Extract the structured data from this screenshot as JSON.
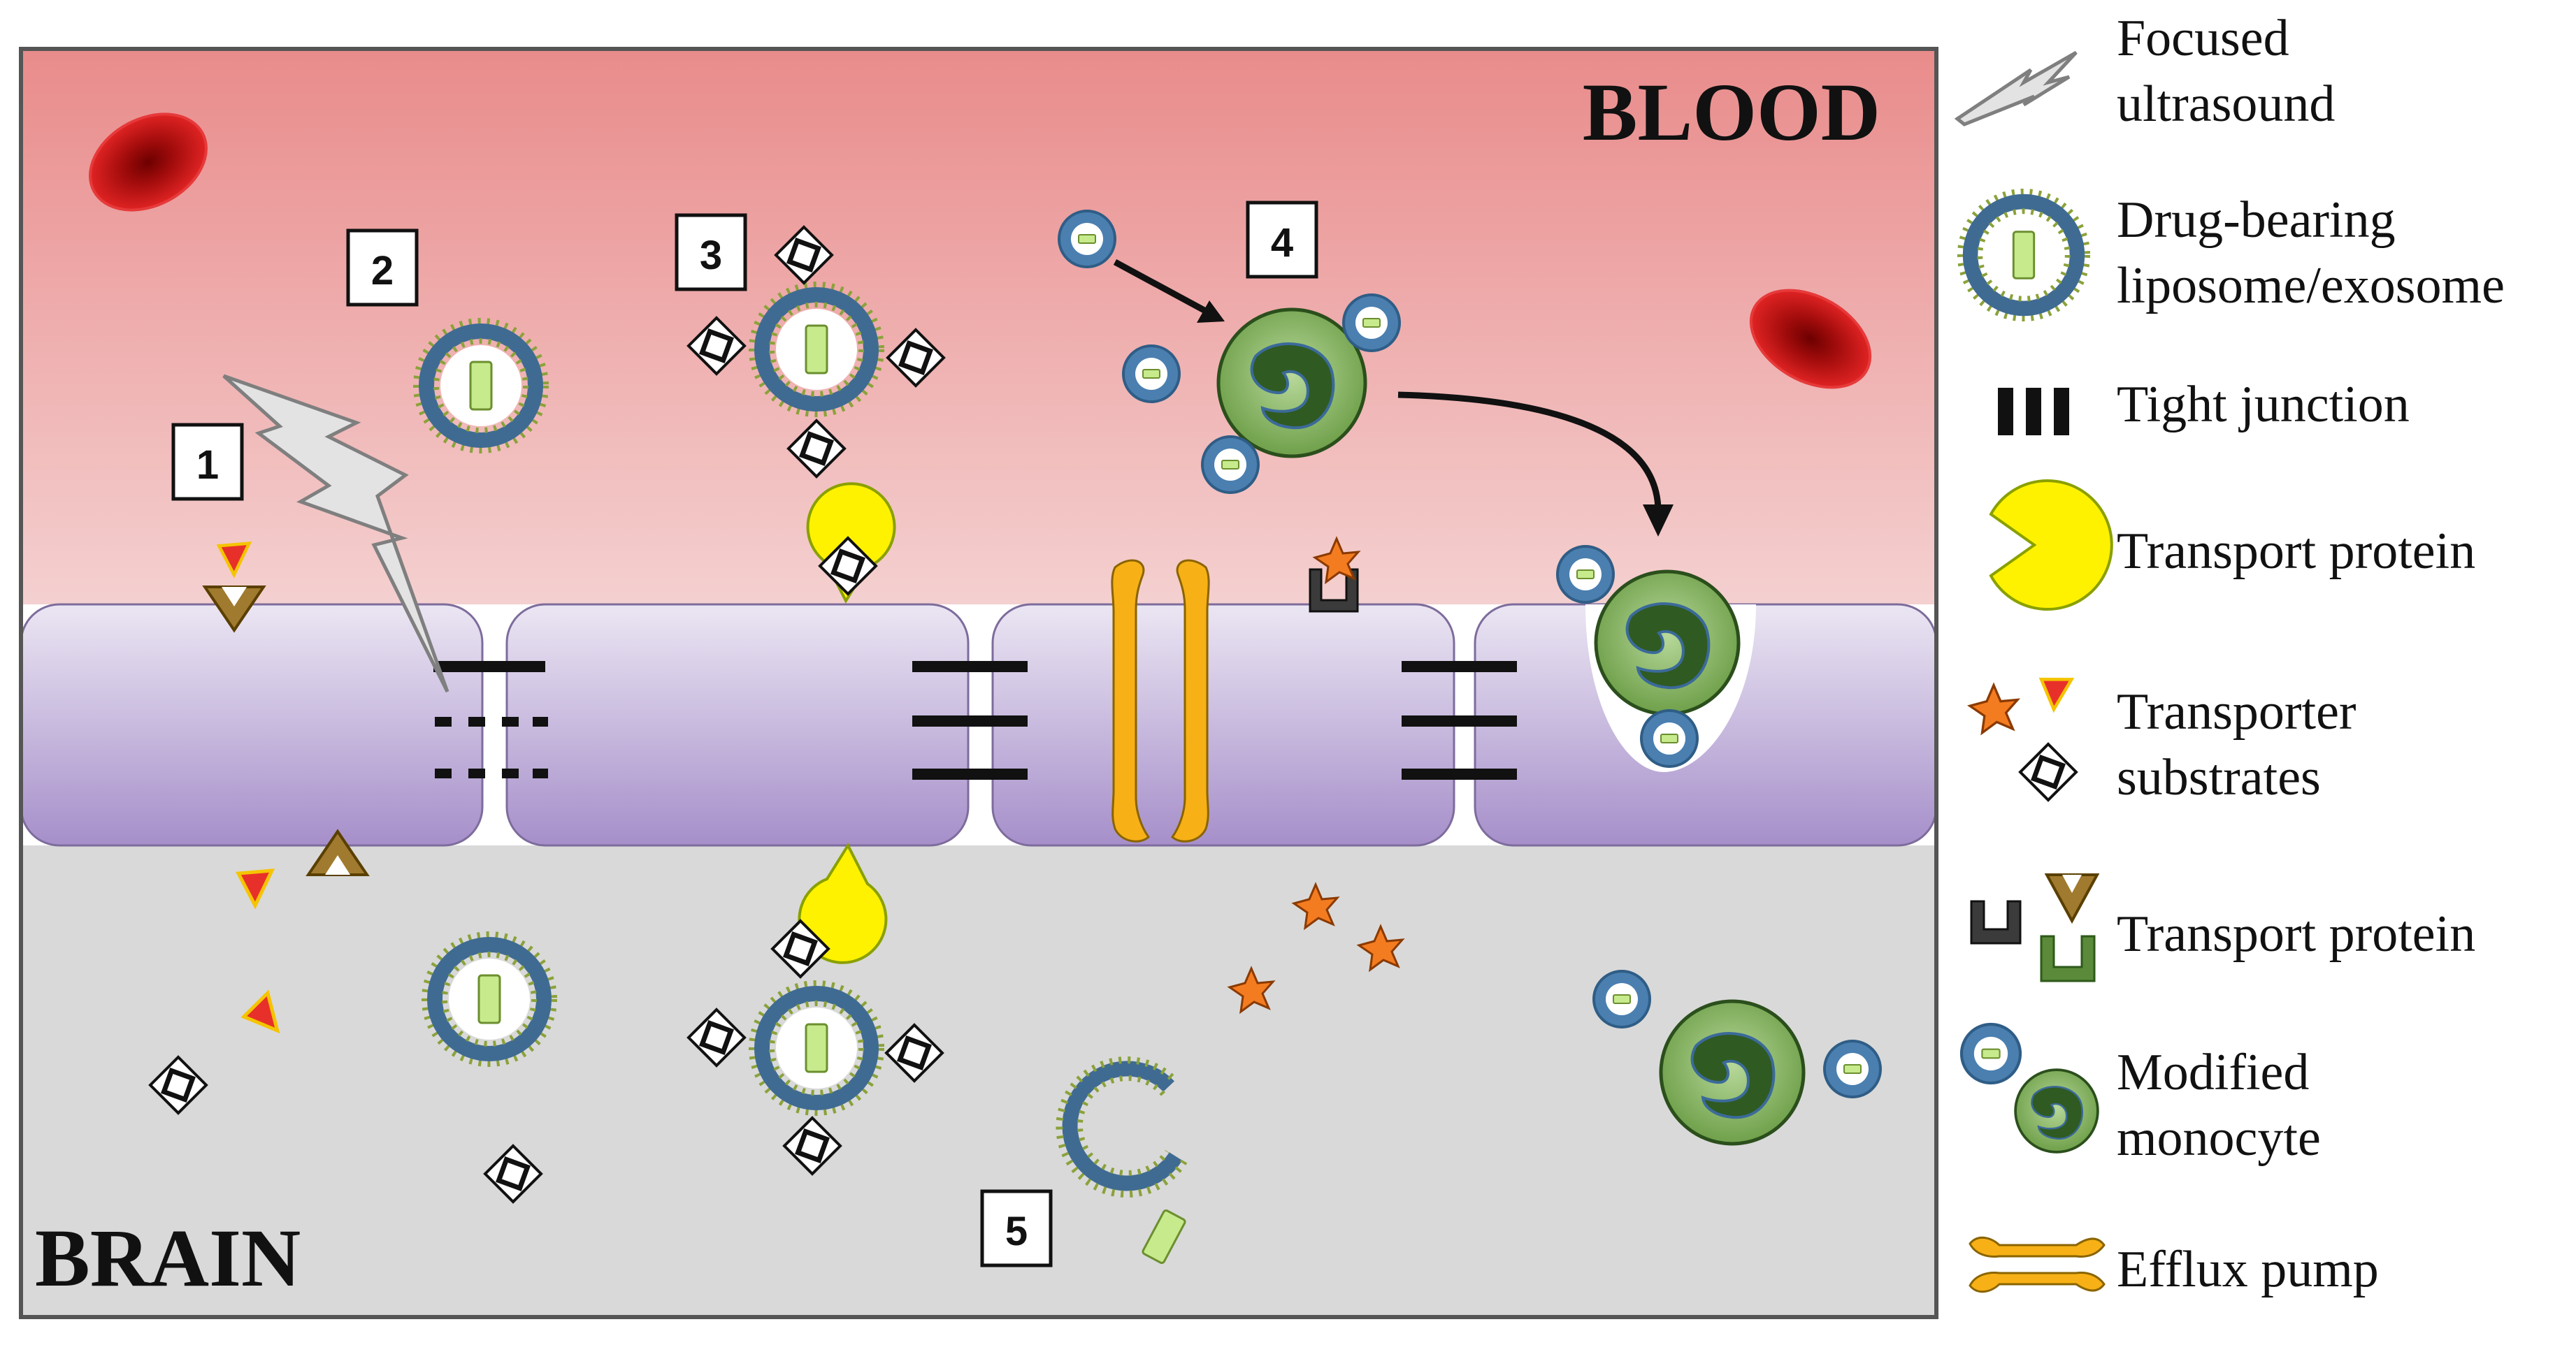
{
  "regions": {
    "blood": "BLOOD",
    "brain": "BRAIN"
  },
  "steps": [
    "1",
    "2",
    "3",
    "4",
    "5"
  ],
  "legend": [
    {
      "id": "ultrasound",
      "lines": [
        "Focused",
        "ultrasound"
      ],
      "icon": "lightning-bolt-icon"
    },
    {
      "id": "liposome",
      "lines": [
        "Drug-bearing",
        "liposome/exosome"
      ],
      "icon": "liposome-icon"
    },
    {
      "id": "tight-junction",
      "lines": [
        "Tight junction"
      ],
      "icon": "tight-junction-icon"
    },
    {
      "id": "transport-protein-1",
      "lines": [
        "Transport protein"
      ],
      "icon": "pacman-transporter-icon"
    },
    {
      "id": "substrates",
      "lines": [
        "Transporter",
        "substrates"
      ],
      "icon": "substrates-icon"
    },
    {
      "id": "transport-protein-2",
      "lines": [
        "Transport protein"
      ],
      "icon": "receptor-transporter-icon"
    },
    {
      "id": "monocyte",
      "lines": [
        "Modified",
        "monocyte"
      ],
      "icon": "monocyte-icon"
    },
    {
      "id": "efflux",
      "lines": [
        "Efflux pump"
      ],
      "icon": "efflux-pump-icon"
    }
  ],
  "colors": {
    "blood_top": "#e98b8b",
    "blood_bottom": "#f4d0d0",
    "cell_top": "#e8e2f1",
    "cell_bottom": "#a791cb",
    "brain": "#d9d9d9",
    "liposome_ring": "#3f6b92",
    "drug": "#c6ea8c",
    "transporter_yellow": "#fff200",
    "efflux_orange": "#f5b21b",
    "star_orange": "#f47c20",
    "monocyte": "#8ebc6a",
    "rbc": "#d41f1f"
  }
}
